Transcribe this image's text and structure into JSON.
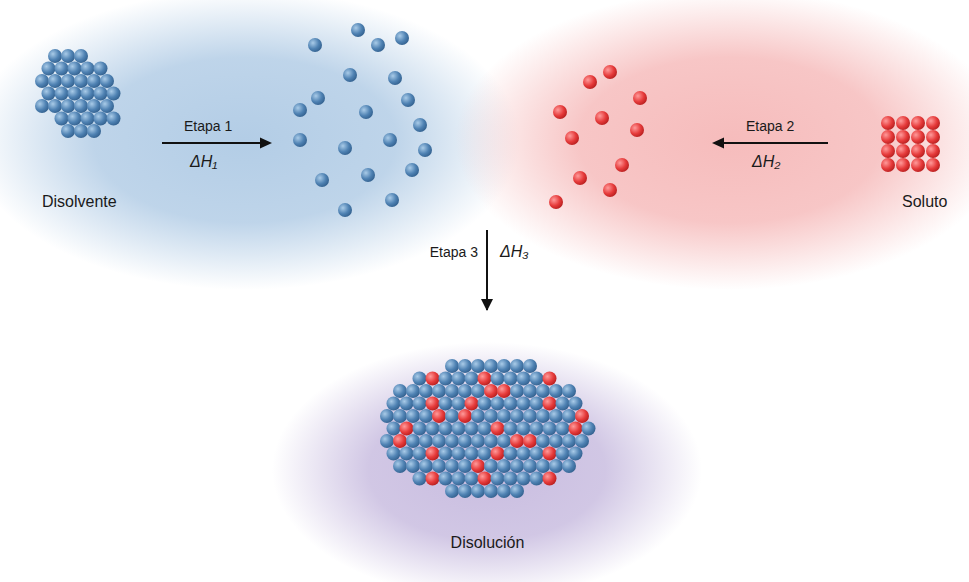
{
  "diagram": {
    "nodes": [
      {
        "text": [
          "Disolvente"
        ]
      },
      {
        "text": [
          "Soluto"
        ]
      },
      {
        "text": [
          "Disolución"
        ]
      }
    ],
    "edges": [
      {
        "from": 0,
        "to": 2,
        "arrow": "to"
      }
    ],
    "labels": [
      "Etapa 1",
      "ΔH₁",
      "Etapa 2",
      "ΔH₂",
      "Etapa 3",
      "ΔH₃"
    ]
  }
}
